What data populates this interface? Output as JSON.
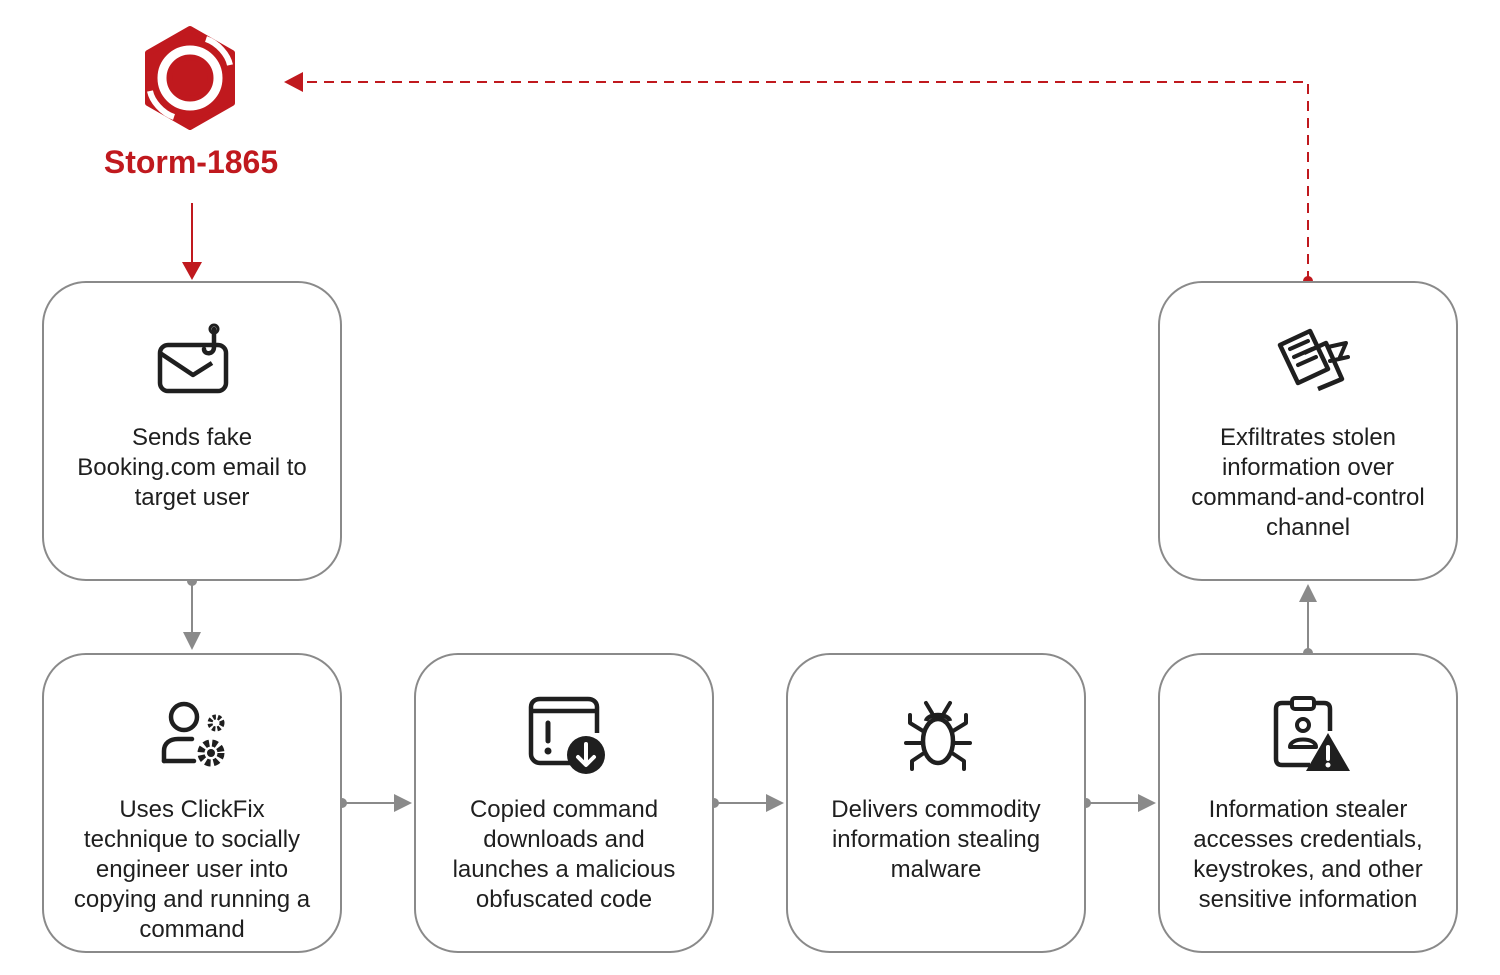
{
  "colors": {
    "accent": "#c0191e",
    "connector": "#8a8a8a",
    "icon": "#1f1f1f"
  },
  "actor": {
    "name": "Storm-1865",
    "logo_icon": "hexagon-ring-logo"
  },
  "steps": [
    {
      "icon": "phishing-email-icon",
      "text_lines": [
        "Sends fake",
        "Booking.com email to",
        "target user"
      ]
    },
    {
      "icon": "user-settings-icon",
      "text_lines": [
        "Uses ClickFix",
        "technique to socially",
        "engineer user into",
        "copying and running a",
        "command"
      ]
    },
    {
      "icon": "download-window-alert-icon",
      "text_lines": [
        "Copied command",
        "downloads and",
        "launches a malicious",
        "obfuscated code"
      ]
    },
    {
      "icon": "bug-icon",
      "text_lines": [
        "Delivers commodity",
        "information stealing",
        "malware"
      ]
    },
    {
      "icon": "clipboard-warning-icon",
      "text_lines": [
        "Information stealer",
        "accesses credentials,",
        "keystrokes, and other",
        "sensitive information"
      ]
    },
    {
      "icon": "exfiltrate-documents-icon",
      "text_lines": [
        "Exfiltrates stolen",
        "information over",
        "command-and-control",
        "channel"
      ]
    }
  ]
}
